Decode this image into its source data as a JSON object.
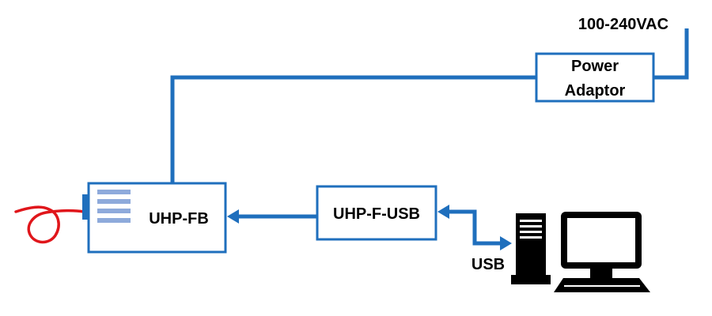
{
  "labels": {
    "power_input": "100-240VAC",
    "power_adaptor_line1": "Power",
    "power_adaptor_line2": "Adaptor",
    "uhp_fb": "UHP-FB",
    "uhp_f_usb": "UHP-F-USB",
    "usb": "USB"
  },
  "colors": {
    "line": "#1f6fbd",
    "box_border": "#1f6fbd",
    "fiber": "#e0161b",
    "led_bars": "#8eaadb",
    "computer": "#000000",
    "background": "#ffffff"
  }
}
